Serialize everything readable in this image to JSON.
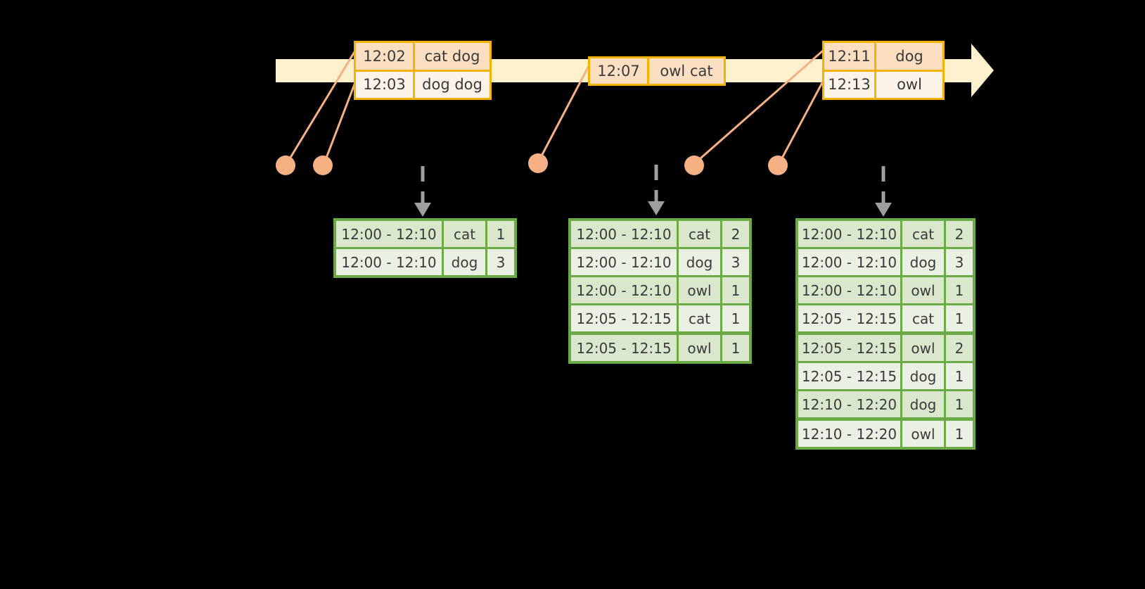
{
  "timeline": {
    "label": "event-timeline",
    "bar_color": "#fdf1cd",
    "border_color": "#f5b301",
    "events": [
      {
        "id": "event-group-1",
        "rows": [
          {
            "time": "12:02",
            "words": "cat dog"
          },
          {
            "time": "12:03",
            "words": "dog dog"
          }
        ]
      },
      {
        "id": "event-group-2",
        "rows": [
          {
            "time": "12:07",
            "words": "owl cat"
          }
        ]
      },
      {
        "id": "event-group-3",
        "rows": [
          {
            "time": "12:11",
            "words": "dog"
          },
          {
            "time": "12:13",
            "words": "owl"
          }
        ]
      }
    ]
  },
  "tables": [
    {
      "id": "result-table-1",
      "accent": "#6aab46",
      "rows": [
        {
          "window": "12:00 - 12:10",
          "word": "cat",
          "count": "1"
        },
        {
          "window": "12:00 - 12:10",
          "word": "dog",
          "count": "3"
        }
      ]
    },
    {
      "id": "result-table-2",
      "accent": "#6aab46",
      "rows": [
        {
          "window": "12:00 - 12:10",
          "word": "cat",
          "count": "2"
        },
        {
          "window": "12:00 - 12:10",
          "word": "dog",
          "count": "3"
        },
        {
          "window": "12:00 - 12:10",
          "word": "owl",
          "count": "1"
        },
        {
          "window": "12:05 - 12:15",
          "word": "cat",
          "count": "1"
        },
        {
          "window": "12:05 - 12:15",
          "word": "owl",
          "count": "1"
        }
      ]
    },
    {
      "id": "result-table-3",
      "accent": "#6aab46",
      "rows": [
        {
          "window": "12:00 - 12:10",
          "word": "cat",
          "count": "2"
        },
        {
          "window": "12:00 - 12:10",
          "word": "dog",
          "count": "3"
        },
        {
          "window": "12:00 - 12:10",
          "word": "owl",
          "count": "1"
        },
        {
          "window": "12:05 - 12:15",
          "word": "cat",
          "count": "1"
        },
        {
          "window": "12:05 - 12:15",
          "word": "owl",
          "count": "2"
        },
        {
          "window": "12:05 - 12:15",
          "word": "dog",
          "count": "1"
        },
        {
          "window": "12:10 - 12:20",
          "word": "dog",
          "count": "1"
        },
        {
          "window": "12:10 - 12:20",
          "word": "owl",
          "count": "1"
        }
      ]
    }
  ],
  "connectors": {
    "dot_color": "#f5b183",
    "line_color": "#f5b183",
    "arrow_color": "#9e9e9e"
  }
}
